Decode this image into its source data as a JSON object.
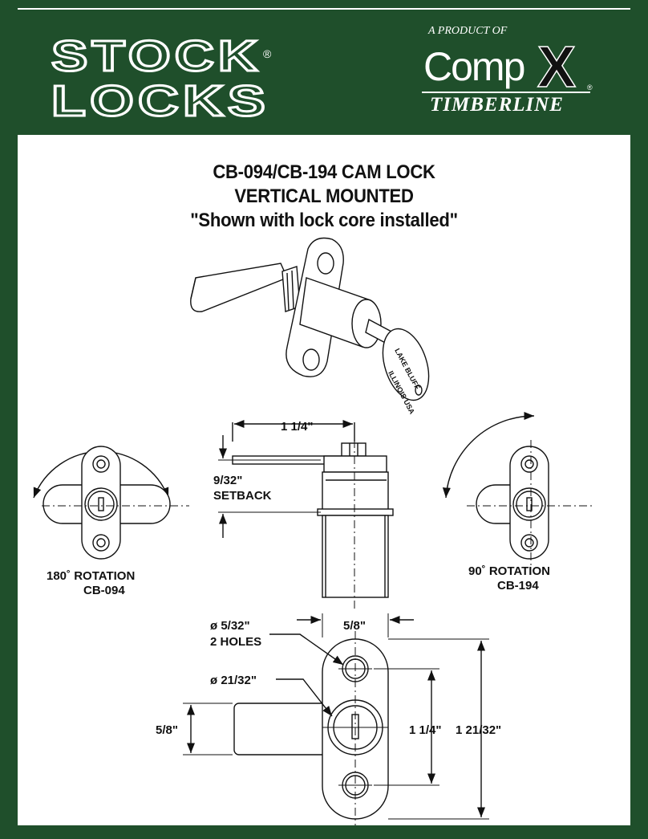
{
  "header": {
    "brand_line1": "STOCK",
    "brand_line2": "LOCKS",
    "registered_mark": "®",
    "tagline": "A PRODUCT OF",
    "compx_name": "Comp",
    "compx_x": "X",
    "timberline": "TIMBERLINE",
    "trademark": "®"
  },
  "document": {
    "title_line1": "CB-094/CB-194 CAM LOCK",
    "title_line2": "VERTICAL MOUNTED",
    "title_line3": "\"Shown with lock core installed\""
  },
  "drawing": {
    "key_text_top": "LAKE BLUFF",
    "key_text_bottom": "ILLINOIS USA",
    "dim_top_width": "1 1/4\"",
    "setback_value": "9/32\"",
    "setback_label": "SETBACK",
    "rotation_left_degrees": "180˚ ROTATION",
    "rotation_left_model": "CB-094",
    "rotation_right_degrees": "90˚ ROTATION",
    "rotation_right_model": "CB-194",
    "hole_dia": "ø 5/32\"",
    "hole_count": "2 HOLES",
    "flange_width": "5/8\"",
    "body_dia": "ø 21/32\"",
    "cam_width": "5/8\"",
    "hole_spacing": "1 1/4\"",
    "flange_length": "1 21/32\""
  },
  "colors": {
    "background": "#1f4f2b",
    "sheet": "#ffffff",
    "ink": "#111111"
  }
}
